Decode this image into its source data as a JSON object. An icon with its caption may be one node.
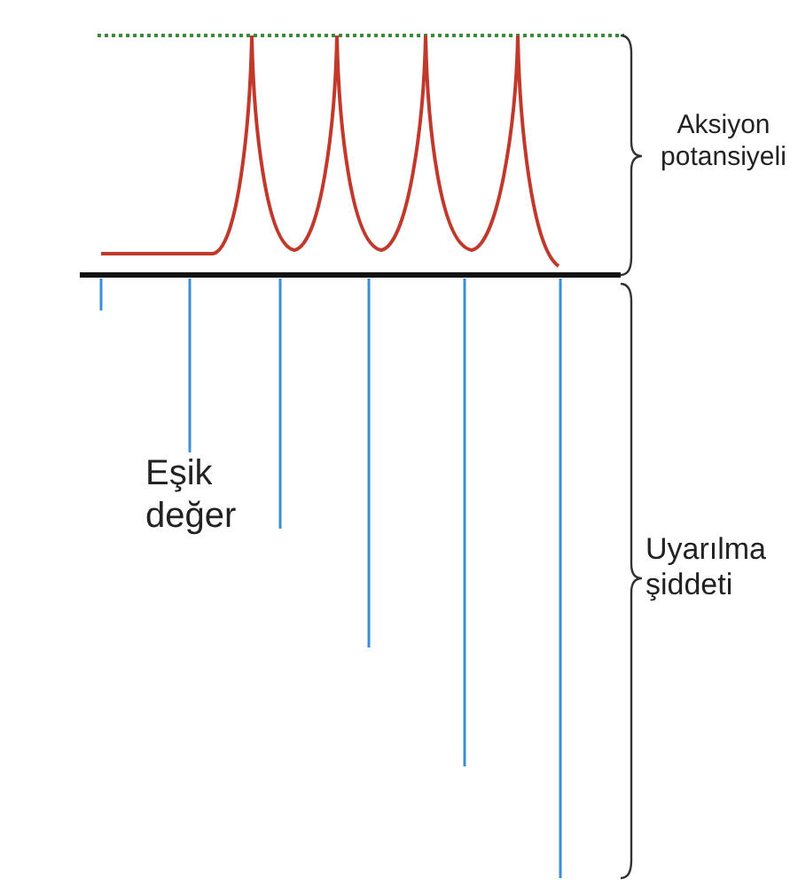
{
  "diagram": {
    "labels": [
      "Aksiyon potansiyeli",
      "Eşik değer",
      "Uyarılma şiddeti"
    ]
  }
}
